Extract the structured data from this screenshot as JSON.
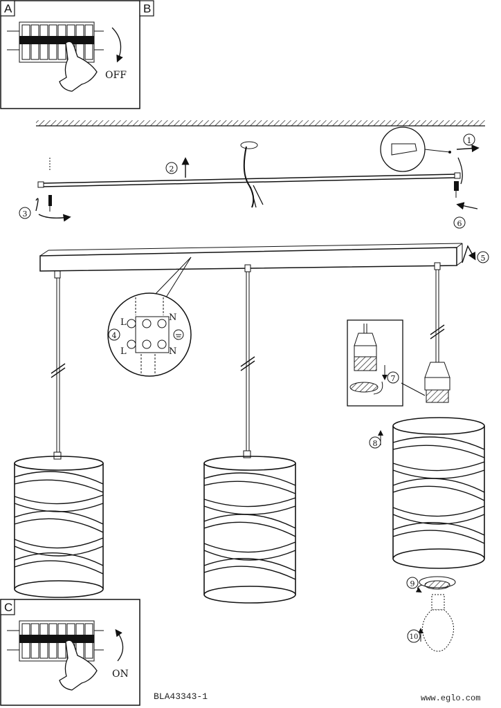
{
  "panels": {
    "a": {
      "letter": "A",
      "state": "OFF"
    },
    "b": {
      "letter": "B"
    },
    "c": {
      "letter": "C",
      "state": "ON"
    }
  },
  "steps": [
    "1",
    "2",
    "3",
    "4",
    "5",
    "6",
    "7",
    "8",
    "9",
    "10"
  ],
  "terminal": {
    "l_top": "L",
    "n_top": "N",
    "l_bottom": "L",
    "n_bottom": "N"
  },
  "footer": {
    "code": "BLA43343-1",
    "url": "www.eglo.com"
  }
}
